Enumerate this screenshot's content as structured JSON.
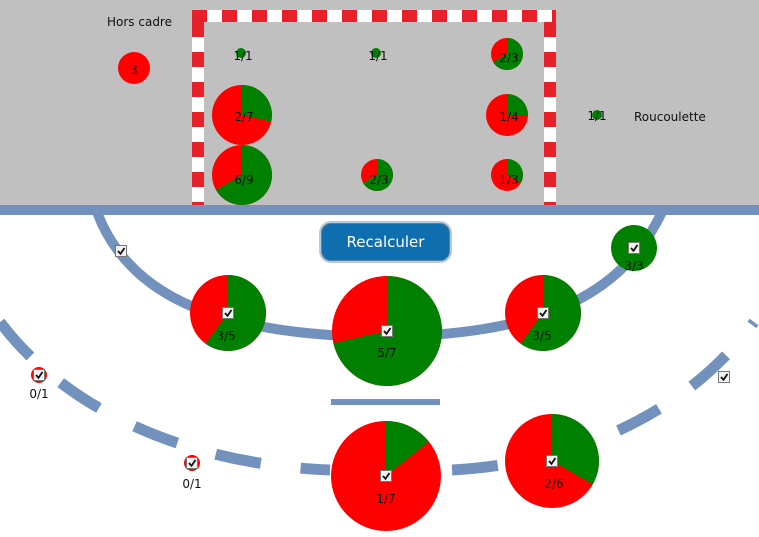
{
  "labels": {
    "hors_cadre": "Hors cadre",
    "roucoulette": "Roucoulette"
  },
  "button": {
    "recalculer": "Recalculer"
  },
  "colors": {
    "court_bg": "#c0c0c0",
    "line": "#7391bd",
    "success": "#008000",
    "miss": "#ff0000",
    "post_red": "#e8202a",
    "button": "#0f6fae"
  },
  "chart_data": {
    "type": "pie",
    "series_meaning": [
      "green = réussi",
      "red = manqué"
    ],
    "zones": [
      {
        "zone": "hors-cadre",
        "label": "3",
        "made": 0,
        "attempts": 3
      },
      {
        "zone": "goal-top-left",
        "label": "1/1",
        "made": 1,
        "attempts": 1
      },
      {
        "zone": "goal-top-center",
        "label": "1/1",
        "made": 1,
        "attempts": 1
      },
      {
        "zone": "goal-top-right",
        "label": "2/3",
        "made": 2,
        "attempts": 3
      },
      {
        "zone": "goal-mid-left",
        "label": "2/7",
        "made": 2,
        "attempts": 7
      },
      {
        "zone": "goal-mid-right",
        "label": "1/4",
        "made": 1,
        "attempts": 4
      },
      {
        "zone": "goal-bottom-left",
        "label": "6/9",
        "made": 6,
        "attempts": 9
      },
      {
        "zone": "goal-bottom-center",
        "label": "2/3",
        "made": 2,
        "attempts": 3
      },
      {
        "zone": "goal-bottom-right",
        "label": "1/3",
        "made": 1,
        "attempts": 3
      },
      {
        "zone": "roucoulette",
        "label": "1/1",
        "made": 1,
        "attempts": 1
      },
      {
        "zone": "wing-left",
        "label": "",
        "made": 0,
        "attempts": 0
      },
      {
        "zone": "6m-left",
        "label": "3/5",
        "made": 3,
        "attempts": 5
      },
      {
        "zone": "6m-center",
        "label": "5/7",
        "made": 5,
        "attempts": 7
      },
      {
        "zone": "6m-right",
        "label": "3/5",
        "made": 3,
        "attempts": 5
      },
      {
        "zone": "wing-right",
        "label": "3/3",
        "made": 3,
        "attempts": 3
      },
      {
        "zone": "9m-far-left",
        "label": "0/1",
        "made": 0,
        "attempts": 1
      },
      {
        "zone": "9m-left",
        "label": "0/1",
        "made": 0,
        "attempts": 1
      },
      {
        "zone": "9m-center",
        "label": "1/7",
        "made": 1,
        "attempts": 7
      },
      {
        "zone": "9m-right",
        "label": "2/6",
        "made": 2,
        "attempts": 6
      },
      {
        "zone": "9m-far-right",
        "label": "",
        "made": 0,
        "attempts": 0
      }
    ]
  }
}
